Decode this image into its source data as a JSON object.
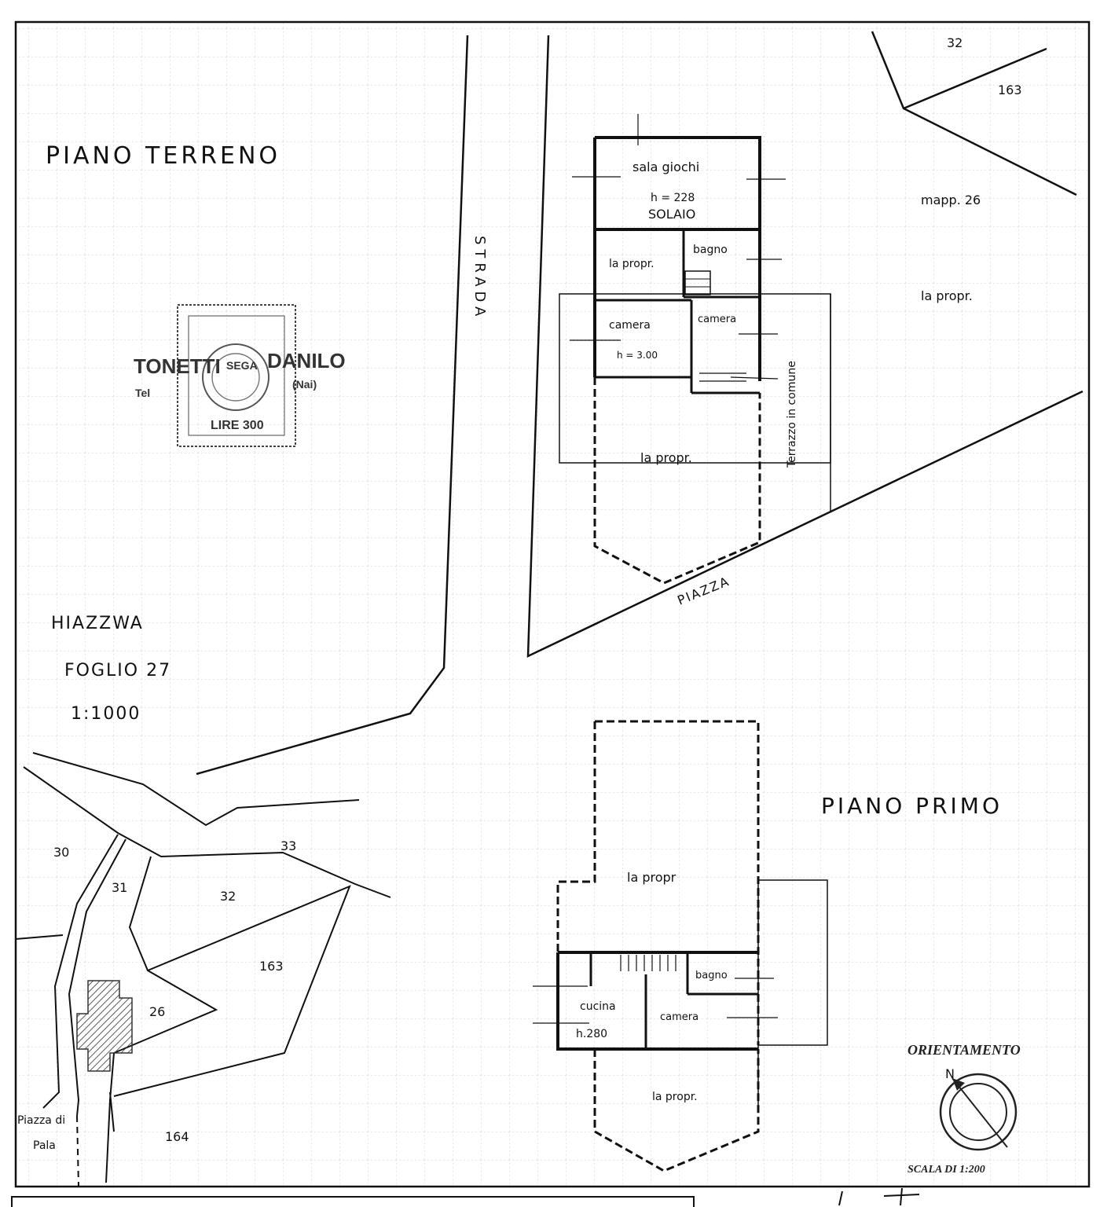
{
  "sheet": {
    "title_ground_floor": "PIANO TERRENO",
    "title_first_floor": "PIANO PRIMO",
    "place_name": "HIAZZWA",
    "sheet_number": "FOGLIO 27",
    "map_scale": "1:1000"
  },
  "stamp": {
    "name_left": "TONETTI",
    "name_mid": "SEGA",
    "name_right": "DANILO",
    "tel_prefix": "Tel",
    "province": "(Nai)",
    "value": "LIRE 300"
  },
  "roads": {
    "strada": "STRADA",
    "piazza": "PIAZZA"
  },
  "ground_floor": {
    "sala_giochi": "sala giochi",
    "h_sala": "h = 228",
    "handwritten_note": "SOLAIO",
    "bagno": "bagno",
    "la_propr_1": "la propr.",
    "camera_1": "camera",
    "h_camera": "h = 3.00",
    "camera_2": "camera",
    "la_propr_2": "la propr.",
    "terrazzo": "Terrazzo in comune",
    "mapp_26": "mapp. 26",
    "la_propr_3": "la propr.",
    "parcel_32": "32",
    "parcel_163": "163"
  },
  "first_floor": {
    "la_propr_top": "la propr",
    "bagno": "bagno",
    "cucina": "cucina",
    "camera": "camera",
    "h_cucina": "h.280",
    "la_propr_bottom": "la propr."
  },
  "parcels": {
    "p30": "30",
    "p31": "31",
    "p32": "32",
    "p33": "33",
    "p163": "163",
    "p26": "26",
    "p164": "164",
    "piazza_label_1": "Piazza di",
    "piazza_label_2": "Pala"
  },
  "orientation": {
    "heading": "ORIENTAMENTO",
    "north_letter": "N",
    "scale": "SCALA DI 1:200"
  },
  "colors": {
    "ink": "#111111",
    "grid": "#c8c8c8",
    "hatch": "#333333"
  }
}
